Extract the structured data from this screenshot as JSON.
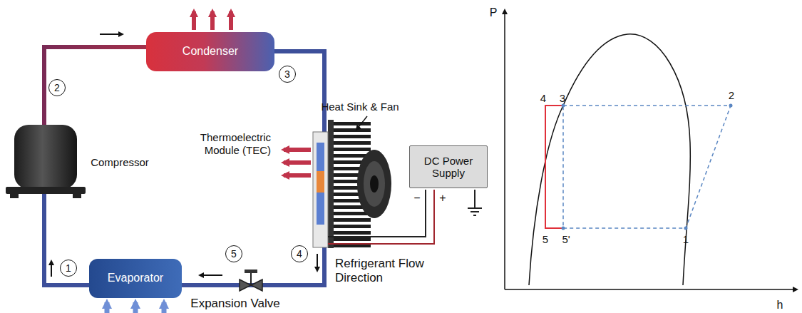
{
  "diagram": {
    "nodes": [
      {
        "text": [
          "Condenser"
        ]
      },
      {
        "text": [
          "2"
        ]
      },
      {
        "text": [
          "3"
        ]
      },
      {
        "text": [
          "DC Power Supply"
        ]
      },
      {
        "text": [
          "5"
        ]
      },
      {
        "text": [
          "1"
        ]
      },
      {
        "text": [
          "4"
        ]
      },
      {
        "text": [
          "Evaporator"
        ]
      }
    ],
    "labels": [
      "Compressor",
      "Heat Sink & Fan",
      "Thermoelectric Module (TEC)",
      "−",
      "+",
      "Refrigerant Flow Direction",
      "Expansion Valve",
      "P",
      "4",
      "3",
      "2",
      "5",
      "5'",
      "1",
      "h"
    ]
  }
}
